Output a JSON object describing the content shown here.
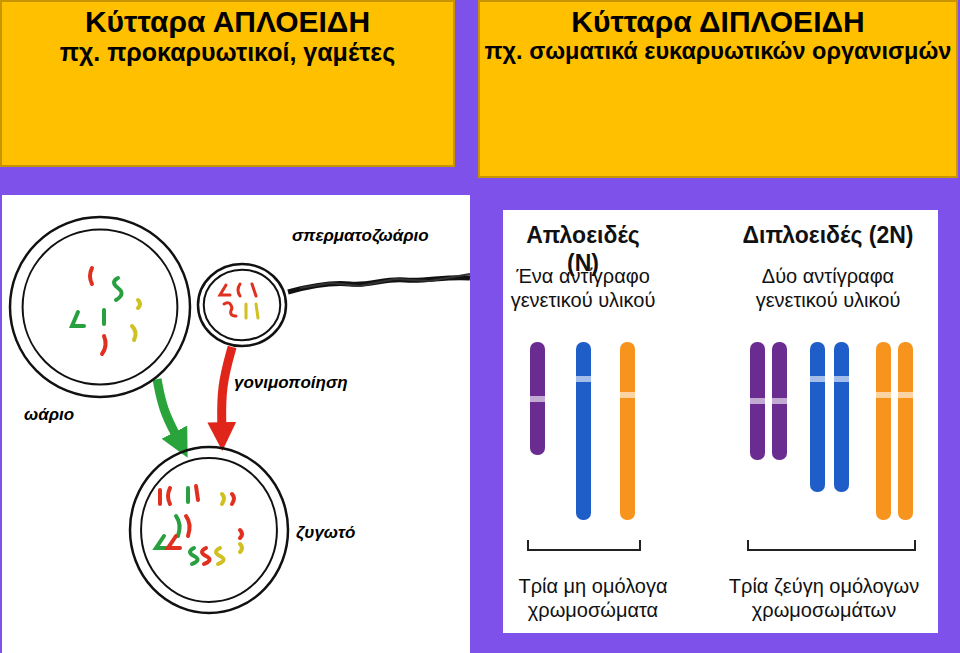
{
  "diagram": {
    "nodes": [
      {
        "text": [
          "Κύτταρα ΑΠΛΟΕΙΔΗ",
          "πχ. προκαρυωτικοί, γαμέτες"
        ]
      },
      {
        "text": [
          "Κύτταρα ΔΙΠΛΟΕΙΔΗ",
          "πχ. σωματικά ευκαρυωτικών οργανισμών"
        ]
      },
      {
        "text": [
          "ωάριο"
        ]
      },
      {
        "text": [
          "σπερματοζωάριο"
        ]
      },
      {
        "text": [
          "ζυγωτό"
        ]
      }
    ],
    "edges": [
      {
        "from": 2,
        "to": 4,
        "arrow": "to",
        "label": "γονιμοποίηση"
      },
      {
        "from": 3,
        "to": 4,
        "arrow": "to"
      }
    ],
    "labels": [
      "Απλοειδές (Ν)",
      "Ένα αντίγραφο γενετικού υλικού",
      "Διπλοειδές (2Ν)",
      "Δύο αντίγραφα γενετικού υλικού",
      "Τρία μη ομόλογα χρωμοσώματα",
      "Τρία ζεύγη ομόλογων χρωμοσωμάτων"
    ]
  }
}
